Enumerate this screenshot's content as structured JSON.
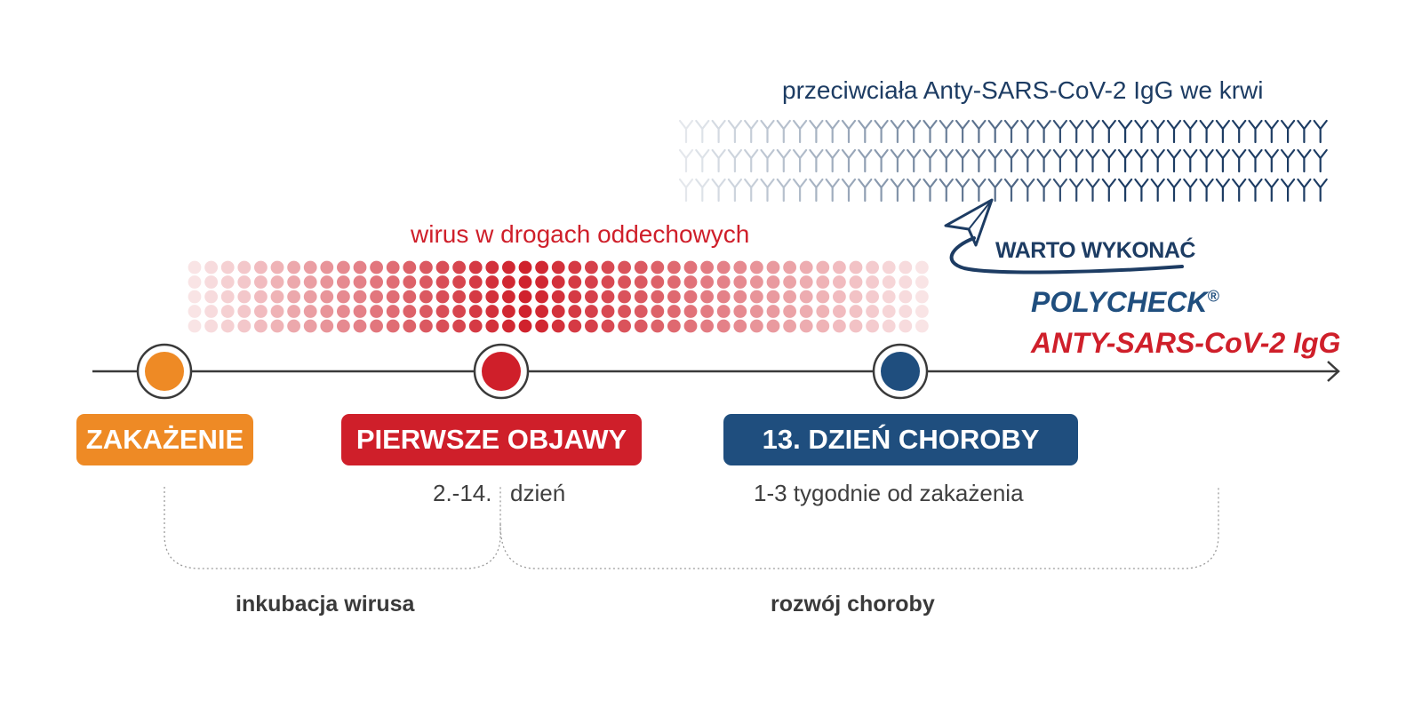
{
  "antibodies": {
    "title": "przeciwciała Anty-SARS-CoV-2 IgG we krwi"
  },
  "virus": {
    "title": "wirus w drogach oddechowych"
  },
  "stages": {
    "infection": "ZAKAŻENIE",
    "first_symptoms": "PIERWSZE OBJAWY",
    "day13": "13. DZIEŃ CHOROBY"
  },
  "timing": {
    "days_range": "2.-14.",
    "days_unit": "dzień",
    "weeks": "1-3 tygodnie od zakażenia"
  },
  "phases": {
    "incubation": "inkubacja wirusa",
    "development": "rozwój choroby"
  },
  "promo": {
    "cta": "WARTO WYKONAĆ",
    "product": "POLYCHECK",
    "registered": "®",
    "test": "ANTY-SARS-CoV-2 IgG"
  },
  "colors": {
    "orange": "#ee8a25",
    "red": "#cf1f2a",
    "navy": "#1f4e7e",
    "dark_navy": "#1d3c63",
    "axis": "#3a3a3a"
  },
  "icons": [
    "antibody-icon",
    "virus-dot",
    "paper-plane-icon",
    "timeline-arrow-icon"
  ]
}
